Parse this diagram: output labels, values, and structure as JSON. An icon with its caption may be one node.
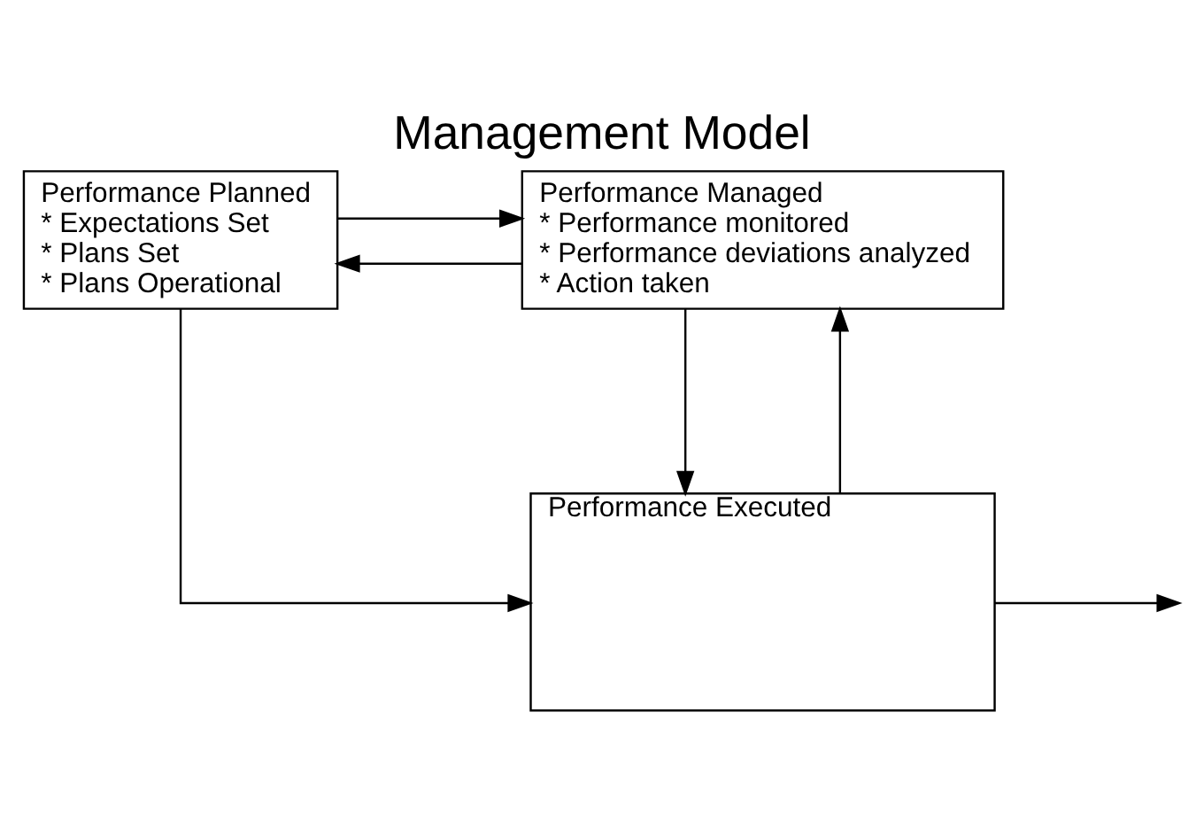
{
  "diagram": {
    "title": "Management Model",
    "nodes": [
      {
        "text": [
          "Performance Planned",
          "* Expectations Set",
          "* Plans Set",
          "* Plans Operational"
        ]
      },
      {
        "text": [
          "Performance Managed",
          "* Performance monitored",
          "* Performance deviations analyzed",
          "* Action taken"
        ]
      },
      {
        "text": [
          "Performance Executed"
        ]
      }
    ],
    "edges": [
      {
        "from": 1,
        "to": 0,
        "arrow": "to"
      },
      {
        "from": 0,
        "to": 1,
        "arrow": "to"
      },
      {
        "from": 2,
        "to": 1,
        "arrow": "to"
      },
      {
        "from": 1,
        "to": 2,
        "arrow": "to"
      },
      {
        "from": 0,
        "to": 2,
        "arrow": "to"
      },
      {
        "from": 2,
        "to": null,
        "arrow": "to"
      }
    ]
  }
}
